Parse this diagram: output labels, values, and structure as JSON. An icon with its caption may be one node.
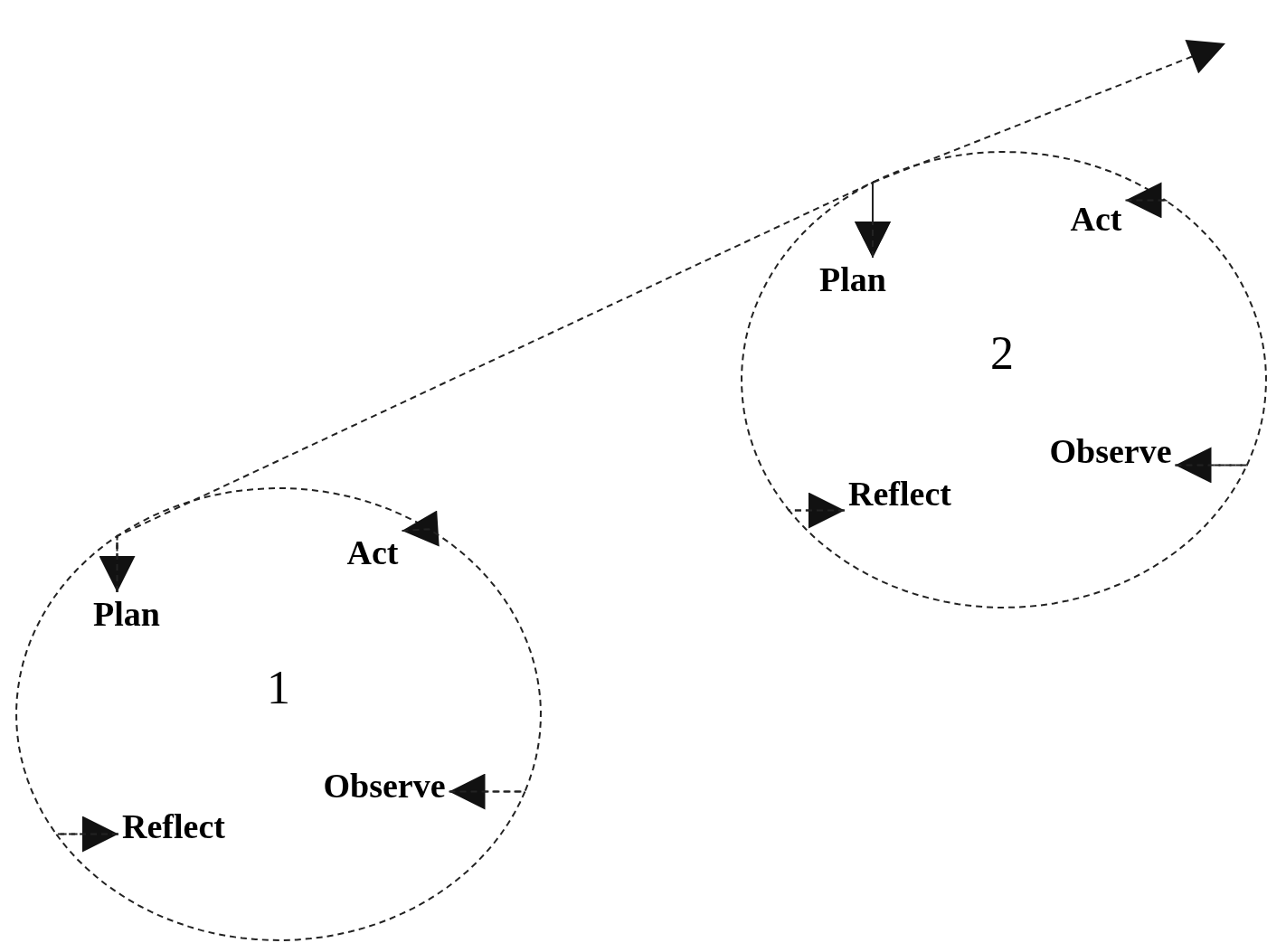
{
  "diagram": {
    "nodes": [
      {
        "text": [
          "Plan"
        ]
      },
      {
        "text": [
          "Act"
        ]
      },
      {
        "text": [
          "Observe"
        ]
      },
      {
        "text": [
          "Reflect"
        ]
      },
      {
        "text": [
          "Plan"
        ]
      },
      {
        "text": [
          "Act"
        ]
      },
      {
        "text": [
          "Observe"
        ]
      },
      {
        "text": [
          "Reflect"
        ]
      }
    ],
    "edges": [
      {
        "from": 0,
        "to": 1,
        "arrow": "to",
        "style": "dashed"
      },
      {
        "from": 1,
        "to": 2,
        "arrow": "to",
        "style": "dashed"
      },
      {
        "from": 2,
        "to": 3,
        "arrow": "to",
        "style": "dashed"
      },
      {
        "from": 3,
        "to": 0,
        "arrow": "to",
        "style": "dashed"
      },
      {
        "from": 0,
        "to": 4,
        "arrow": "to",
        "style": "dashed"
      },
      {
        "from": 4,
        "to": 5,
        "arrow": "to",
        "style": "dashed"
      },
      {
        "from": 5,
        "to": 6,
        "arrow": "to",
        "style": "dashed"
      },
      {
        "from": 6,
        "to": 7,
        "arrow": "to",
        "style": "dashed"
      },
      {
        "from": 7,
        "to": 4,
        "arrow": "to",
        "style": "dashed"
      },
      {
        "from": 4,
        "to": null,
        "arrow": "to",
        "style": "dashed"
      }
    ],
    "labels": [
      "2",
      "1"
    ]
  }
}
